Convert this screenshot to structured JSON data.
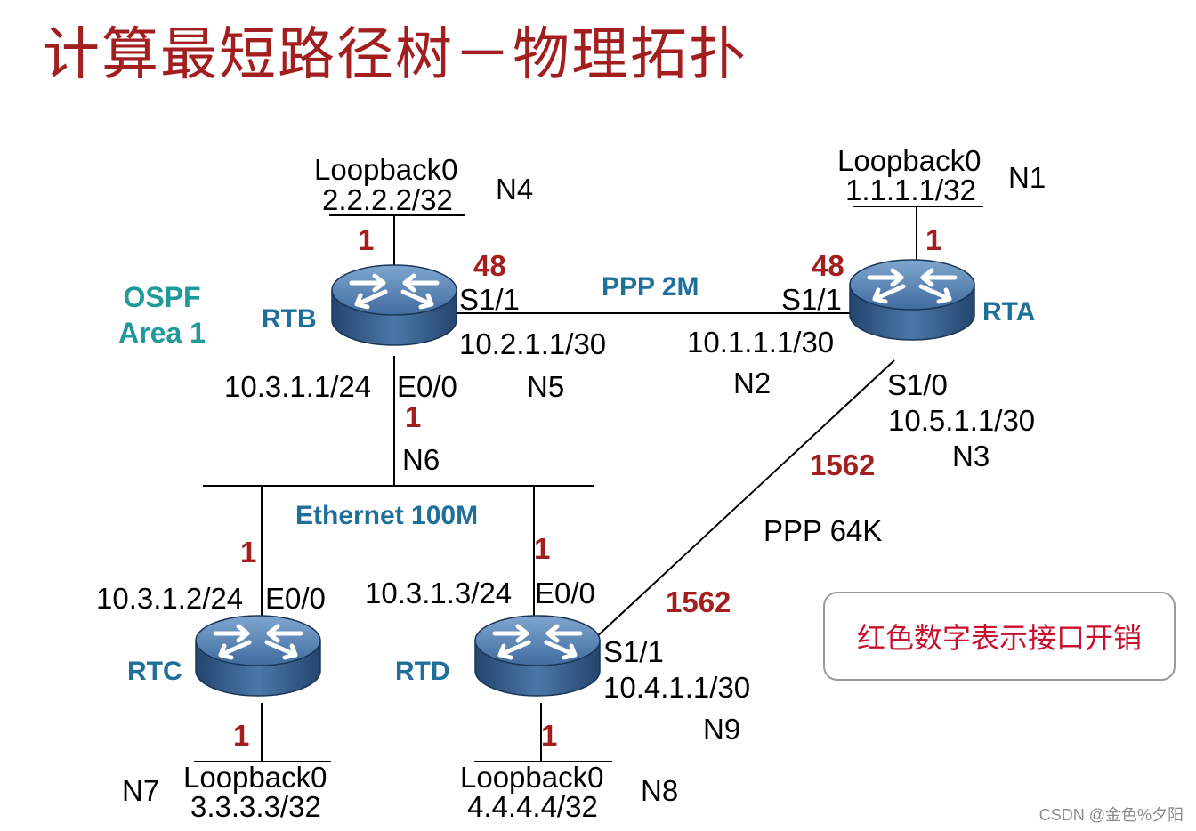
{
  "title": "计算最短路径树－物理拓扑",
  "area": {
    "line1": "OSPF",
    "line2": "Area 1"
  },
  "links": {
    "ppp2m": "PPP 2M",
    "ethernet": "Ethernet 100M",
    "ppp64k": "PPP 64K"
  },
  "routers": {
    "rta": {
      "name": "RTA",
      "lb_name": "Loopback0",
      "lb_ip": "1.1.1.1/32",
      "lb_net": "N1",
      "lb_cost": "1",
      "s11_if": "S1/1",
      "s11_ip": "10.1.1.1/30",
      "s11_net": "N2",
      "s11_cost": "48",
      "s10_if": "S1/0",
      "s10_ip": "10.5.1.1/30",
      "s10_net": "N3",
      "s10_cost": "1562"
    },
    "rtb": {
      "name": "RTB",
      "lb_name": "Loopback0",
      "lb_ip": "2.2.2.2/32",
      "lb_net": "N4",
      "lb_cost": "1",
      "s11_if": "S1/1",
      "s11_ip": "10.2.1.1/30",
      "s11_net": "N5",
      "s11_cost": "48",
      "e00_ip": "10.3.1.1/24",
      "e00_if": "E0/0",
      "e00_net": "N6",
      "e00_cost": "1"
    },
    "rtc": {
      "name": "RTC",
      "lb_name": "Loopback0",
      "lb_ip": "3.3.3.3/32",
      "lb_net": "N7",
      "lb_cost": "1",
      "e00_ip": "10.3.1.2/24",
      "e00_if": "E0/0",
      "e00_cost": "1"
    },
    "rtd": {
      "name": "RTD",
      "lb_name": "Loopback0",
      "lb_ip": "4.4.4.4/32",
      "lb_net": "N8",
      "lb_cost": "1",
      "e00_ip": "10.3.1.3/24",
      "e00_if": "E0/0",
      "e00_cost": "1",
      "s11_if": "S1/1",
      "s11_ip": "10.4.1.1/30",
      "s11_net": "N9",
      "s11_cost": "1562"
    }
  },
  "legend": "红色数字表示接口开销",
  "watermark": "CSDN @金色%夕阳",
  "colors": {
    "title": "#a31f1f",
    "cost": "#a31f1f",
    "router_label": "#1f6f9b",
    "area_label": "#1e9a9a",
    "legend_text": "#c8102e"
  }
}
